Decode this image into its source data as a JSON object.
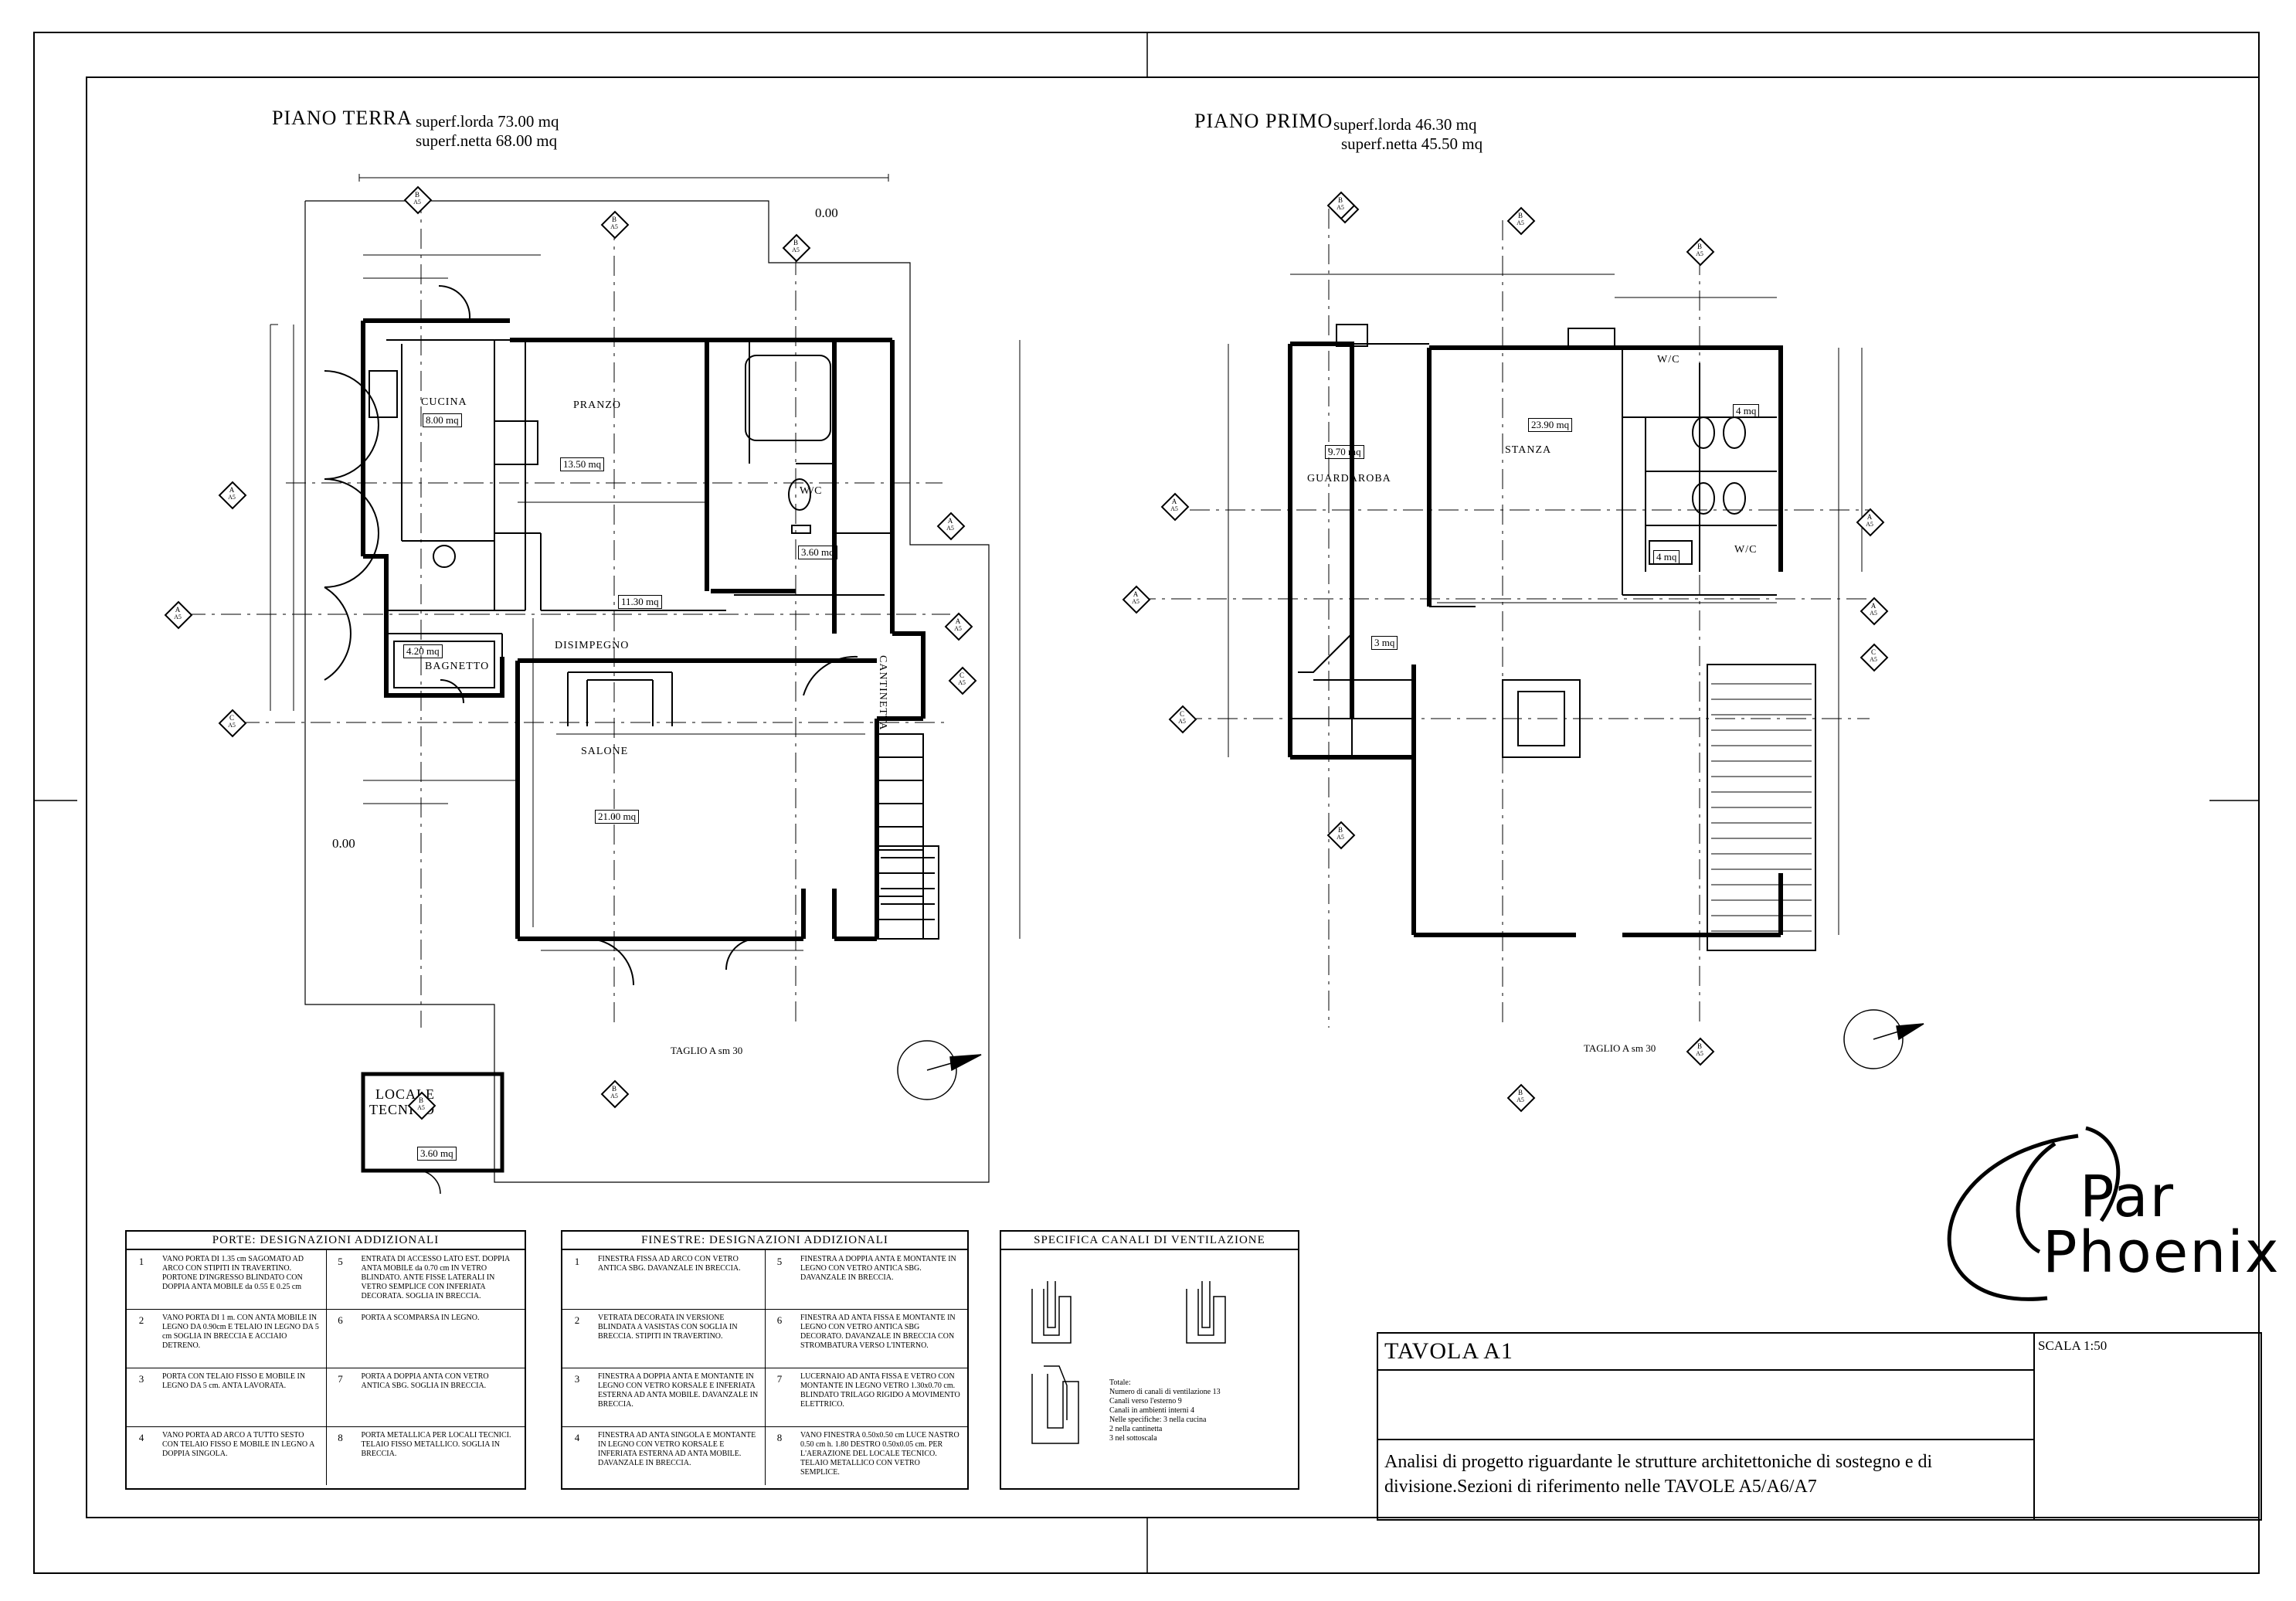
{
  "ground_floor": {
    "title": "PIANO TERRA",
    "gross_area": "superf.lorda 73.00 mq",
    "net_area": "superf.netta 68.00 mq",
    "rooms": [
      {
        "name": "CUCINA",
        "area": "8.00 mq"
      },
      {
        "name": "PRANZO",
        "area": "13.50 mq"
      },
      {
        "name": "DISIMPEGNO",
        "area": "11.30 mq"
      },
      {
        "name": "W/C",
        "area": "3.60 mq"
      },
      {
        "name": "BAGNETTO",
        "area": "4.20 mq"
      },
      {
        "name": "SALONE",
        "area": "21.00 mq"
      },
      {
        "name": "CANTINETTA",
        "area": ""
      }
    ],
    "ground_level": "0.00",
    "ground_level_top": "0.00",
    "section_label": "TAGLIO A  sm 30"
  },
  "first_floor": {
    "title": "PIANO PRIMO",
    "gross_area": "superf.lorda 46.30 mq",
    "net_area": "superf.netta 45.50 mq",
    "rooms": [
      {
        "name": "GUARDAROBA",
        "area": "9.70 mq"
      },
      {
        "name": "STANZA",
        "area": "23.90 mq"
      },
      {
        "name": "W/C",
        "area": "4 mq"
      },
      {
        "name": "W/C",
        "area": "4 mq"
      },
      {
        "name": "",
        "area": "3 mq"
      }
    ],
    "section_label": "TAGLIO A  sm 30"
  },
  "technical_room": {
    "name_line1": "LOCALE",
    "name_line2": "TECNICO",
    "area": "3.60 mq"
  },
  "doors_table": {
    "header": "PORTE: DESIGNAZIONI ADDIZIONALI",
    "rows": [
      {
        "n1": "1",
        "d1": "VANO PORTA DI 1.35 cm SAGOMATO AD ARCO CON STIPITI IN TRAVERTINO. PORTONE D'INGRESSO BLINDATO CON DOPPIA ANTA MOBILE da 0.55 E 0.25 cm",
        "n2": "5",
        "d2": "ENTRATA DI ACCESSO LATO EST. DOPPIA ANTA MOBILE da 0.70 cm IN VETRO BLINDATO. ANTE FISSE LATERALI IN VETRO SEMPLICE CON INFERIATA DECORATA. SOGLIA IN BRECCIA."
      },
      {
        "n1": "2",
        "d1": "VANO PORTA DI 1 m. CON ANTA MOBILE IN LEGNO DA 0.90cm E TELAIO IN LEGNO DA 5 cm SOGLIA IN BRECCIA E ACCIAIO DETRENO.",
        "n2": "6",
        "d2": "PORTA A SCOMPARSA IN LEGNO."
      },
      {
        "n1": "3",
        "d1": "PORTA CON TELAIO FISSO E MOBILE IN LEGNO DA 5 cm. ANTA LAVORATA.",
        "n2": "7",
        "d2": "PORTA A DOPPIA ANTA CON VETRO ANTICA SBG. SOGLIA IN BRECCIA."
      },
      {
        "n1": "4",
        "d1": "VANO PORTA AD ARCO A TUTTO SESTO CON TELAIO FISSO E MOBILE IN LEGNO A DOPPIA SINGOLA.",
        "n2": "8",
        "d2": "PORTA METALLICA PER LOCALI TECNICI. TELAIO FISSO METALLICO. SOGLIA IN BRECCIA."
      }
    ]
  },
  "windows_table": {
    "header": "FINESTRE: DESIGNAZIONI ADDIZIONALI",
    "rows": [
      {
        "n1": "1",
        "d1": "FINESTRA FISSA AD ARCO CON VETRO ANTICA SBG. DAVANZALE IN BRECCIA.",
        "n2": "5",
        "d2": "FINESTRA A DOPPIA ANTA E MONTANTE IN LEGNO CON VETRO ANTICA SBG. DAVANZALE IN BRECCIA."
      },
      {
        "n1": "2",
        "d1": "VETRATA DECORATA IN VERSIONE BLINDATA A VASISTAS CON SOGLIA IN BRECCIA. STIPITI IN TRAVERTINO.",
        "n2": "6",
        "d2": "FINESTRA AD ANTA FISSA E MONTANTE IN LEGNO CON VETRO ANTICA SBG DECORATO. DAVANZALE IN BRECCIA CON STROMBATURA VERSO L'INTERNO."
      },
      {
        "n1": "3",
        "d1": "FINESTRA A DOPPIA ANTA E MONTANTE IN LEGNO CON VETRO KORSALE E INFERIATA ESTERNA AD ANTA MOBILE. DAVANZALE IN BRECCIA.",
        "n2": "7",
        "d2": "LUCERNAIO AD ANTA FISSA E VETRO CON MONTANTE IN LEGNO VETRO 1.30x0.70 cm. BLINDATO TRILAGO RIGIDO A MOVIMENTO ELETTRICO."
      },
      {
        "n1": "4",
        "d1": "FINESTRA AD ANTA SINGOLA E MONTANTE IN LEGNO CON VETRO KORSALE E INFERIATA ESTERNA AD ANTA MOBILE. DAVANZALE IN BRECCIA.",
        "n2": "8",
        "d2": "VANO FINESTRA 0.50x0.50 cm LUCE NASTRO 0.50 cm h. 1.80 DESTRO 0.50x0.05 cm. PER L'AERAZIONE DEL LOCALE TECNICO. TELAIO METALLICO CON VETRO SEMPLICE."
      }
    ]
  },
  "ventilation_table": {
    "header": "SPECIFICA CANALI DI VENTILAZIONE",
    "legend": [
      "Totale:",
      "Numero di canali di ventilazione 13",
      "Canali verso l'esterno 9",
      "Canali in ambienti interni 4",
      "Nelle specifiche: 3 nella cucina",
      "2 nella cantinetta",
      "3 nel sottoscala"
    ]
  },
  "title_block": {
    "title": "TAVOLA A1",
    "scale": "SCALA 1:50",
    "description": "Analisi di progetto riguardante le strutture architettoniche di sostegno e di divisione.Sezioni di riferimento nelle TAVOLE A5/A6/A7"
  },
  "logo": {
    "line1": "Par",
    "line2": "Phoenix"
  },
  "section_markers": {
    "a": "A",
    "b": "B",
    "c": "C",
    "ref": "A5"
  },
  "colors": {
    "line": "#000000",
    "background": "#ffffff"
  }
}
